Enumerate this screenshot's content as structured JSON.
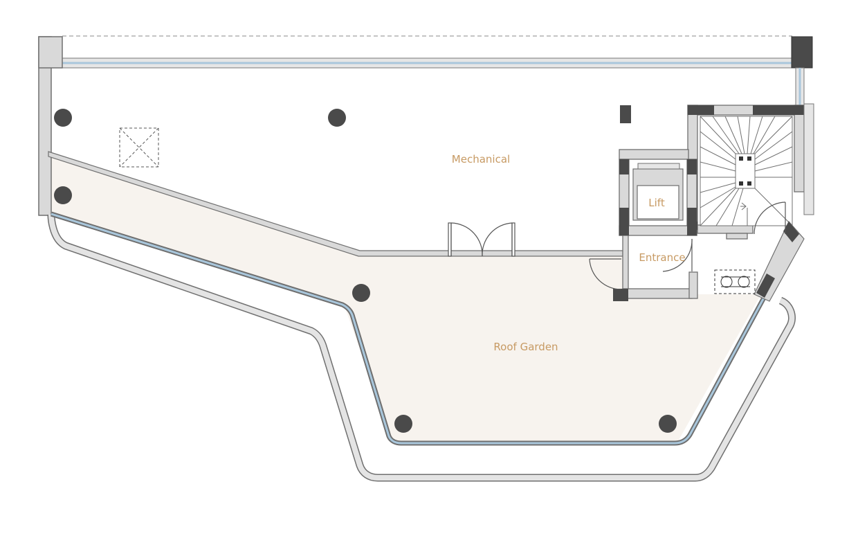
{
  "rooms": {
    "mechanical": "Mechanical",
    "lift": "Lift",
    "entrance": "Entrance",
    "roof_garden": "Roof Garden"
  },
  "colors": {
    "wall": "#d9d9d9",
    "wall_outline": "#6f6f6f",
    "column": "#4a4a4a",
    "garden_fill": "#f7f3ee",
    "glass": "#a9c7dc",
    "label": "#c79a63"
  }
}
